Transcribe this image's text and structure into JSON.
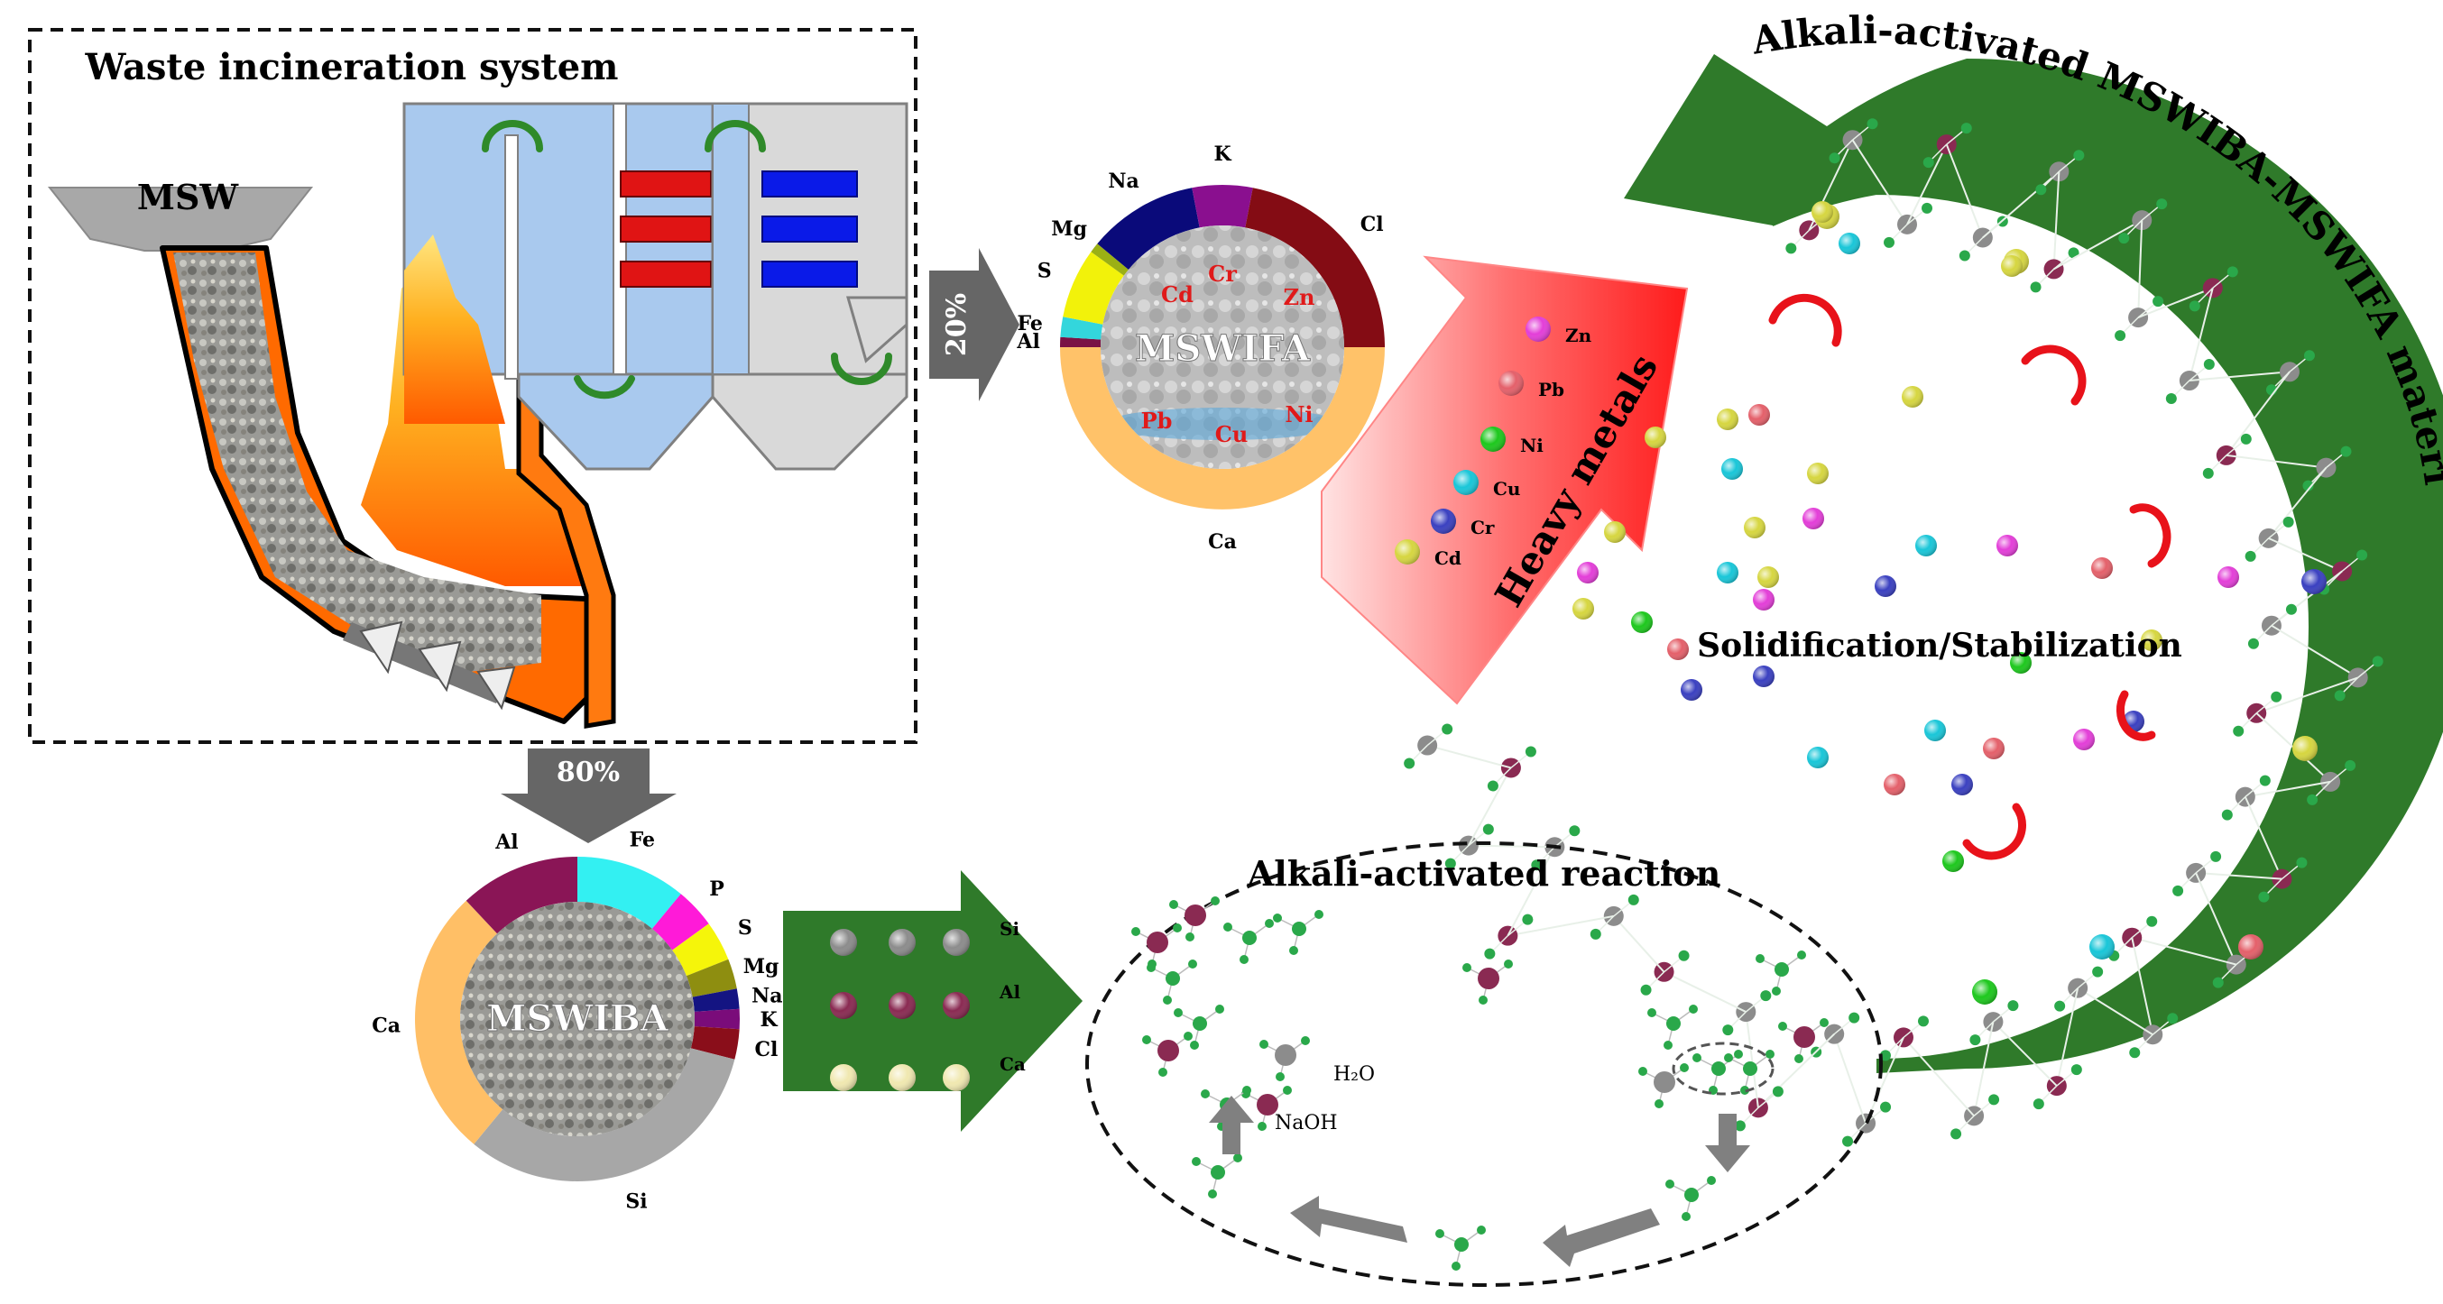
{
  "incinerator": {
    "title": "Waste incineration system",
    "feed_label": "MSW"
  },
  "fly_ash": {
    "share_label": "20%",
    "center_label": "MSWIFA",
    "composition": [
      {
        "label": "Ca",
        "share": 0.5,
        "color": "#ffc269"
      },
      {
        "label": "Al",
        "share": 0.01,
        "color": "#7a1245"
      },
      {
        "label": "Fe",
        "share": 0.02,
        "color": "#33d6dc"
      },
      {
        "label": "S",
        "share": 0.07,
        "color": "#f2f20a"
      },
      {
        "label": "Mg",
        "share": 0.01,
        "color": "#9bb015"
      },
      {
        "label": "Na",
        "share": 0.11,
        "color": "#0a0a7a"
      },
      {
        "label": "K",
        "share": 0.06,
        "color": "#8a0f8f"
      },
      {
        "label": "Cl",
        "share": 0.22,
        "color": "#840c14"
      }
    ],
    "metals_in_image": [
      "Cd",
      "Cr",
      "Zn",
      "Pb",
      "Cu",
      "Ni"
    ]
  },
  "heavy_metals": {
    "arrow_label": "Heavy metals",
    "items": [
      {
        "label": "Zn",
        "color": "#e33ed8"
      },
      {
        "label": "Pb",
        "color": "#e4606a"
      },
      {
        "label": "Ni",
        "color": "#1dc81d"
      },
      {
        "label": "Cu",
        "color": "#19c6d8"
      },
      {
        "label": "Cr",
        "color": "#3a40c0"
      },
      {
        "label": "Cd",
        "color": "#d6d640"
      }
    ]
  },
  "bottom_ash": {
    "share_label": "80%",
    "center_label": "MSWIBA",
    "composition": [
      {
        "label": "Fe",
        "share": 0.11,
        "color": "#33f0f2"
      },
      {
        "label": "P",
        "share": 0.04,
        "color": "#ff1ad8"
      },
      {
        "label": "S",
        "share": 0.04,
        "color": "#f5f50a"
      },
      {
        "label": "Mg",
        "share": 0.03,
        "color": "#8e8e10"
      },
      {
        "label": "Na",
        "share": 0.02,
        "color": "#141482"
      },
      {
        "label": "K",
        "share": 0.02,
        "color": "#7a0c7a"
      },
      {
        "label": "Cl",
        "share": 0.03,
        "color": "#8a0e1a"
      },
      {
        "label": "Si",
        "share": 0.32,
        "color": "#a7a7a7"
      },
      {
        "label": "Ca",
        "share": 0.27,
        "color": "#ffbf66"
      },
      {
        "label": "Al",
        "share": 0.12,
        "color": "#8a1556"
      }
    ]
  },
  "precursor_arrow_labels": [
    "Si",
    "Al",
    "Ca"
  ],
  "reaction": {
    "title": "Alkali-activated reaction",
    "h2o_label": "H₂O",
    "naoh_label": "NaOH"
  },
  "product": {
    "title": "Alkali-activated MSWIBA-MSWIFA material",
    "process_label": "Solidification/Stabilization"
  },
  "colors": {
    "green": "#2f7a2a",
    "gray_arrow": "#666666",
    "red_arrow": "#e8121a",
    "node_green": "#2aa84a",
    "node_gray": "#8c8c8c",
    "node_maroon": "#8a2a52"
  }
}
